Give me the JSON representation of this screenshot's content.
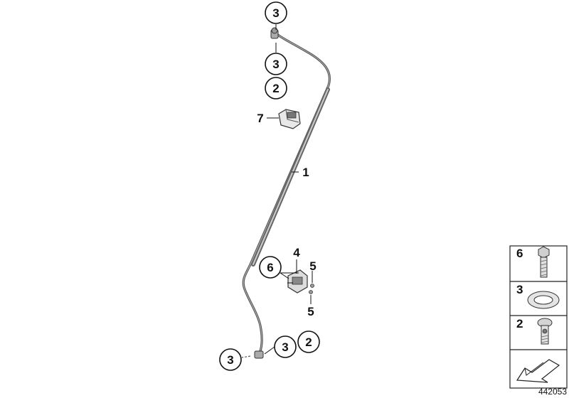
{
  "callouts": {
    "top_3": "3",
    "upper_3": "3",
    "upper_2": "2",
    "bracket_7": "7",
    "line_1": "1",
    "clamp_4": "4",
    "clamp_6": "6",
    "clamp_5_top": "5",
    "clamp_5_bottom": "5",
    "bottom_left_3": "3",
    "bottom_3": "3",
    "bottom_2": "2"
  },
  "legend": [
    {
      "label": "6",
      "icon": "bolt-icon"
    },
    {
      "label": "3",
      "icon": "sealing-ring-icon"
    },
    {
      "label": "2",
      "icon": "banjo-bolt-icon"
    }
  ],
  "legend_arrow_icon": "direction-arrow-icon",
  "reference_number": "442053"
}
